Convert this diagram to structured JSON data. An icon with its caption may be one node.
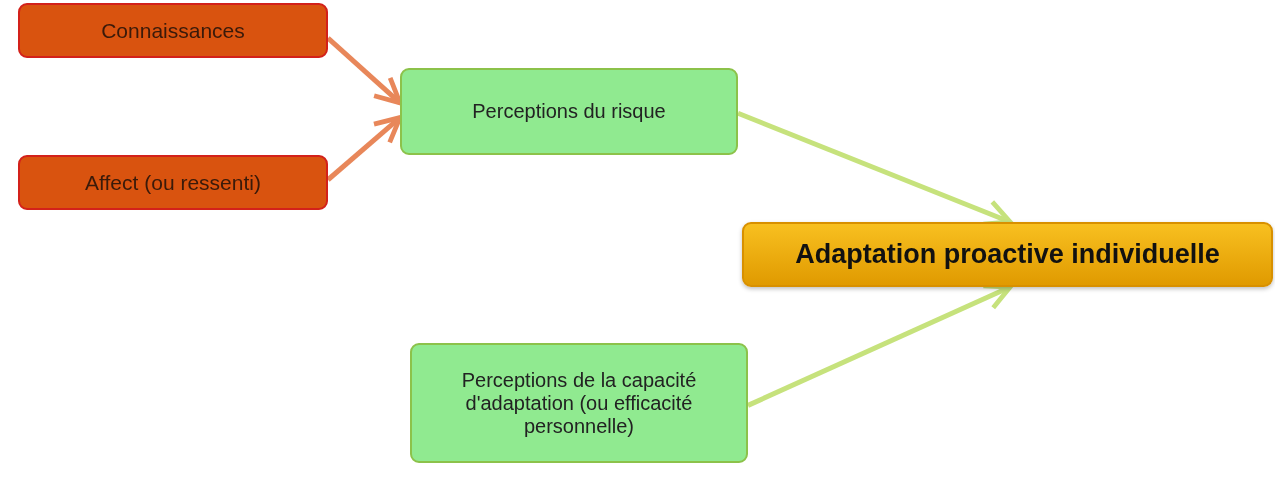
{
  "diagram": {
    "nodes": [
      {
        "text": [
          "Connaissances"
        ]
      },
      {
        "text": [
          "Affect (ou ressenti)"
        ]
      },
      {
        "text": [
          "Perceptions du risque"
        ]
      },
      {
        "text": [
          "Adaptation proactive individuelle"
        ]
      },
      {
        "text": [
          "Perceptions de la capacité d'adaptation (ou efficacité personnelle)"
        ]
      }
    ],
    "edges": [
      {
        "from": 0,
        "to": 2,
        "arrow": "to",
        "color": "#e8875a"
      },
      {
        "from": 1,
        "to": 2,
        "arrow": "to",
        "color": "#e8875a"
      },
      {
        "from": 2,
        "to": 3,
        "arrow": "to",
        "color": "#c6e27c"
      },
      {
        "from": 4,
        "to": 3,
        "arrow": "to",
        "color": "#c6e27c"
      }
    ]
  }
}
